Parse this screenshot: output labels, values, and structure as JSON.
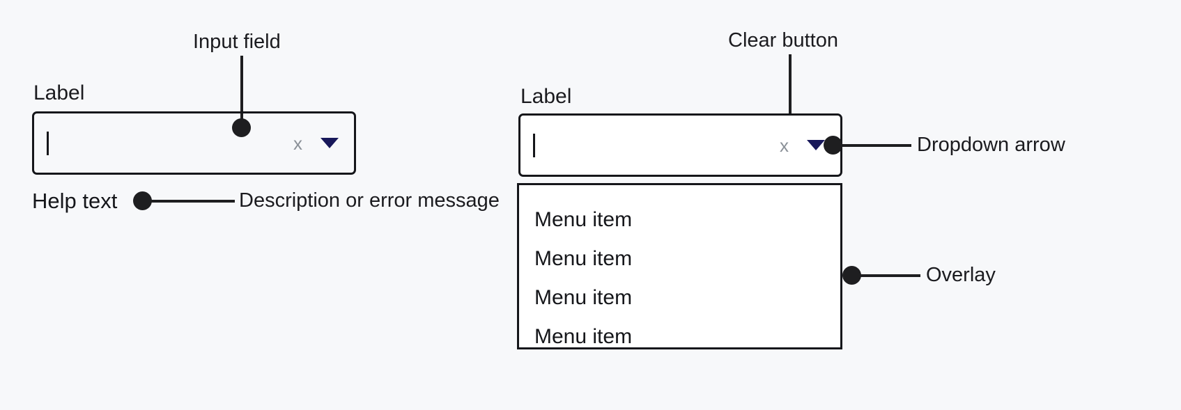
{
  "page": {
    "background_color": "#f7f8fa",
    "ink_color": "#15161a",
    "accent_arrow_color": "#18185a",
    "clear_icon_color": "#8b9198",
    "title": "Combobox anatomy annotation diagram"
  },
  "left_field": {
    "label": "Label",
    "value": "",
    "caret_visible": true,
    "clear_icon": "x",
    "clear_icon_name": "clear-x-icon",
    "dropdown_icon_name": "dropdown-arrow-icon",
    "help_text": "Help text",
    "background": "transparent"
  },
  "right_field": {
    "label": "Label",
    "value": "",
    "caret_visible": true,
    "clear_icon": "x",
    "clear_icon_name": "clear-x-icon",
    "dropdown_icon_name": "dropdown-arrow-icon",
    "background": "#ffffff",
    "expanded": true
  },
  "overlay_menu": {
    "items": [
      {
        "label": "Menu item"
      },
      {
        "label": "Menu item"
      },
      {
        "label": "Menu item"
      },
      {
        "label": "Menu item"
      }
    ]
  },
  "annotations": {
    "input_field": "Input field",
    "clear_button": "Clear button",
    "dropdown_arrow": "Dropdown arrow",
    "help_description": "Description or error message",
    "overlay": "Overlay"
  }
}
